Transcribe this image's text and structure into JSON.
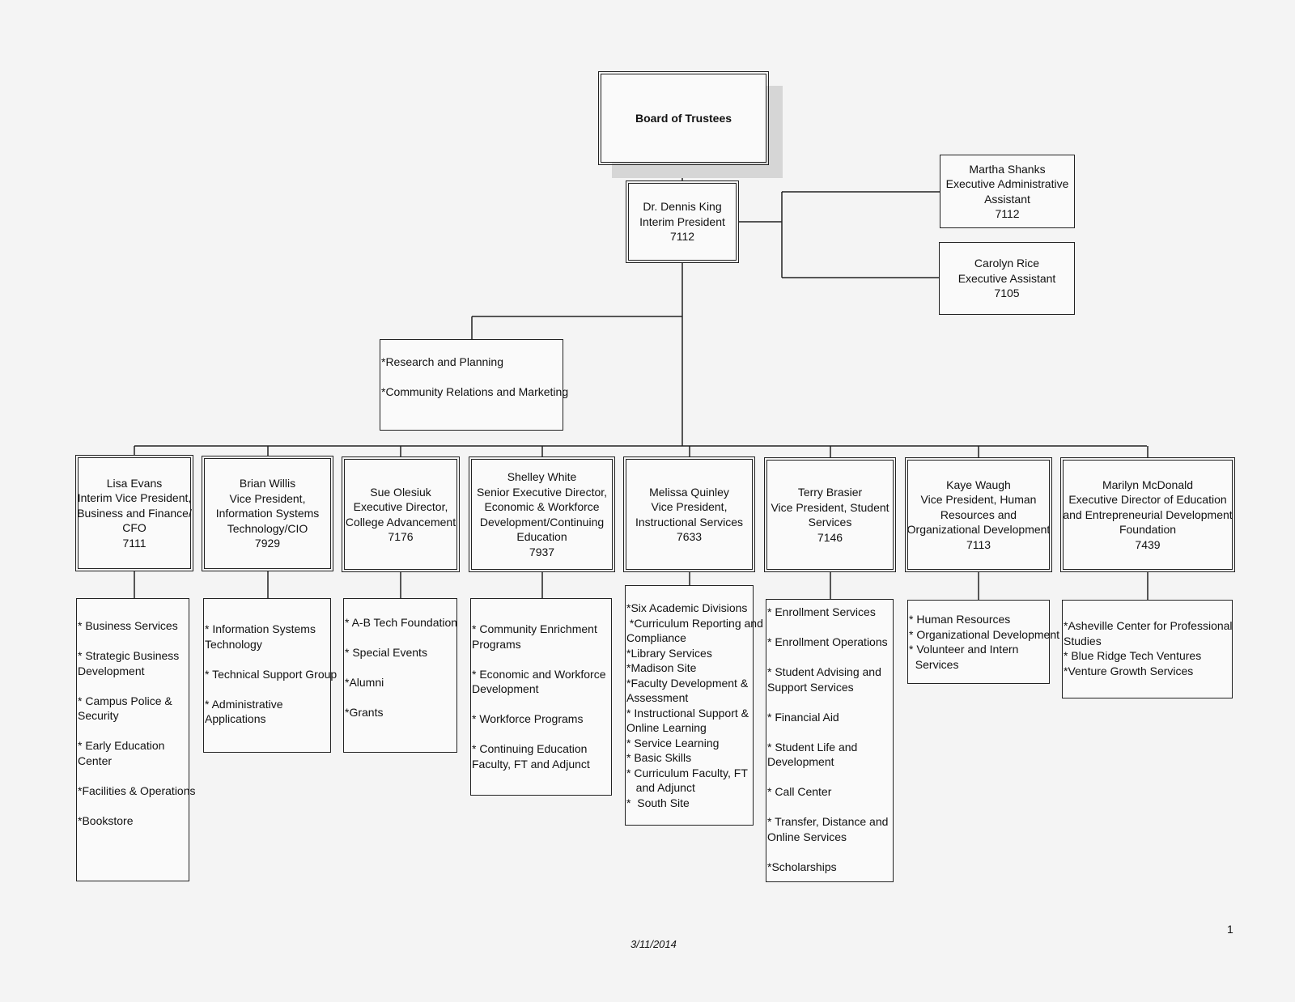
{
  "board": {
    "label": "Board of Trustees"
  },
  "president": {
    "lines": [
      "Dr. Dennis King",
      "Interim President",
      "7112"
    ]
  },
  "assistants": [
    {
      "lines": [
        "Martha Shanks",
        "Executive Administrative",
        "Assistant",
        "7112"
      ]
    },
    {
      "lines": [
        "Carolyn Rice",
        "Executive Assistant",
        "7105"
      ]
    }
  ],
  "staff_office": {
    "items": [
      "*Research and Planning",
      "*Community Relations and Marketing"
    ]
  },
  "divisions": [
    {
      "lines": [
        "Lisa Evans",
        "Interim Vice President,",
        "Business and Finance/",
        "CFO",
        "7111"
      ],
      "units": [
        [
          "* Business Services"
        ],
        [
          "* Strategic Business",
          "Development"
        ],
        [
          "* Campus Police &",
          "Security"
        ],
        [
          "* Early Education",
          "Center"
        ],
        [
          "*Facilities & Operations"
        ],
        [
          "*Bookstore"
        ]
      ]
    },
    {
      "lines": [
        "Brian Willis",
        "Vice President,",
        "Information Systems",
        "Technology/CIO",
        "7929"
      ],
      "units": [
        [
          "* Information Systems",
          "Technology"
        ],
        [
          "* Technical Support Group"
        ],
        [
          "* Administrative",
          "Applications"
        ]
      ]
    },
    {
      "lines": [
        "Sue Olesiuk",
        "Executive Director,",
        "College Advancement",
        "7176"
      ],
      "units": [
        [
          "* A-B Tech Foundation"
        ],
        [
          "* Special Events"
        ],
        [
          "*Alumni"
        ],
        [
          "*Grants"
        ]
      ]
    },
    {
      "lines": [
        "Shelley White",
        "Senior Executive Director,",
        "Economic & Workforce",
        "Development/Continuing",
        "Education",
        "7937"
      ],
      "units": [
        [
          "* Community Enrichment",
          "Programs"
        ],
        [
          "* Economic and Workforce",
          "Development"
        ],
        [
          "* Workforce Programs"
        ],
        [
          "* Continuing Education",
          "Faculty, FT and Adjunct"
        ]
      ]
    },
    {
      "lines": [
        "Melissa Quinley",
        "Vice President,",
        "Instructional Services",
        "7633"
      ],
      "units": [
        [
          "*Six Academic Divisions",
          " *Curriculum Reporting and",
          "Compliance",
          "*Library Services",
          "*Madison Site",
          "*Faculty Development &",
          "Assessment",
          "* Instructional Support &",
          "Online Learning",
          "* Service Learning",
          "* Basic Skills",
          "* Curriculum Faculty, FT",
          "   and Adjunct",
          "*  South Site"
        ]
      ]
    },
    {
      "lines": [
        "Terry Brasier",
        "Vice President, Student",
        "Services",
        "7146"
      ],
      "units": [
        [
          "* Enrollment Services"
        ],
        [
          "* Enrollment Operations"
        ],
        [
          "* Student Advising and",
          "Support Services"
        ],
        [
          "* Financial Aid"
        ],
        [
          "* Student Life and",
          "Development"
        ],
        [
          "* Call Center"
        ],
        [
          "* Transfer, Distance and",
          "Online Services"
        ],
        [
          "*Scholarships"
        ]
      ]
    },
    {
      "lines": [
        "Kaye Waugh",
        "Vice President, Human",
        "Resources and",
        "Organizational Development",
        "7113"
      ],
      "units": [
        [
          "* Human Resources",
          "* Organizational Development",
          "* Volunteer and Intern",
          "  Services"
        ]
      ]
    },
    {
      "lines": [
        "Marilyn McDonald",
        "Executive Director of Education",
        "and Entrepreneurial Development",
        "Foundation",
        "7439"
      ],
      "units": [
        [
          "*Asheville Center for Professional",
          "Studies",
          "* Blue Ridge Tech Ventures",
          "*Venture Growth Services"
        ]
      ]
    }
  ],
  "footer": {
    "date": "3/11/2014",
    "page": "1"
  }
}
